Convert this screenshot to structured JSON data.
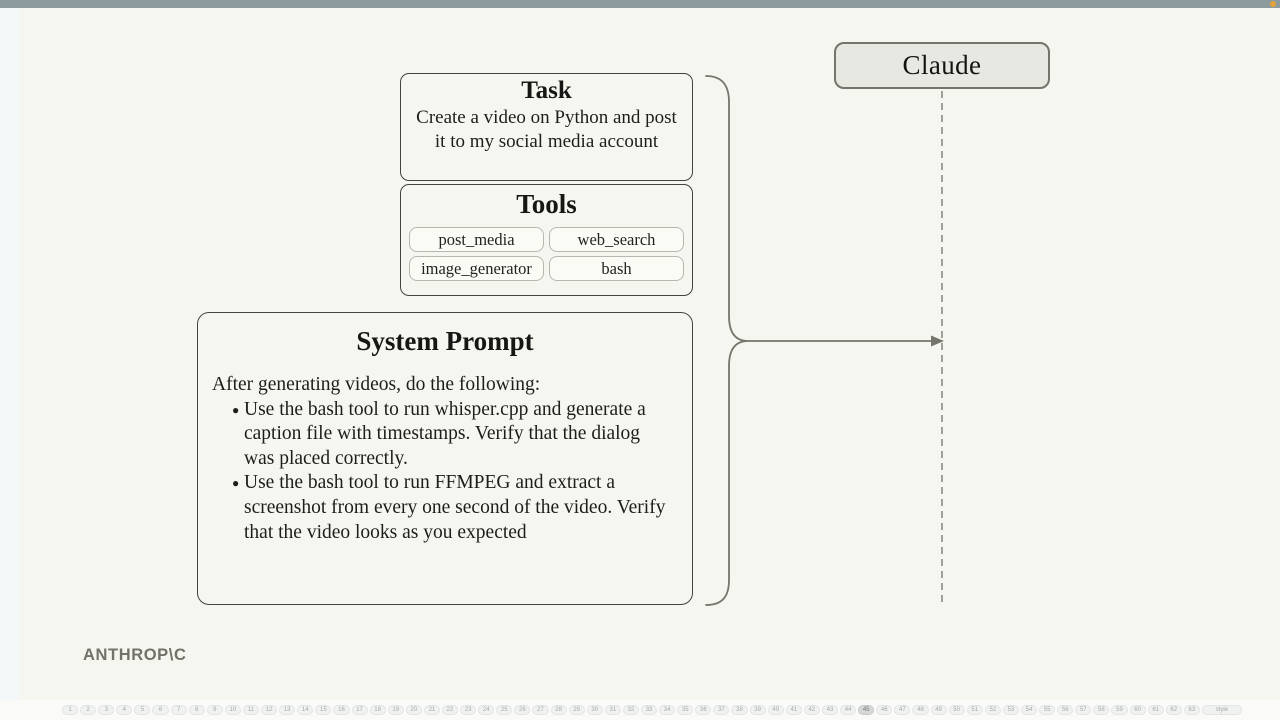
{
  "window": {
    "top_bar_color": "#8d9a9e",
    "record_dot_color": "#e2a33b"
  },
  "slide": {
    "background": "#f6f6f0",
    "task_box": {
      "title": "Task",
      "body": "Create a video on Python and post it to my social media account"
    },
    "tools_box": {
      "title": "Tools",
      "tools": [
        "post_media",
        "web_search",
        "image_generator",
        "bash"
      ]
    },
    "system_prompt_box": {
      "title": "System Prompt",
      "intro": "After generating videos, do the following:",
      "bullet_char": "●",
      "bullets": [
        "Use the bash tool to run whisper.cpp and generate a caption file with timestamps. Verify that the dialog was placed correctly.",
        "Use the bash tool to run FFMPEG and extract a screenshot from every one second of the video. Verify that the video looks as you expected"
      ]
    },
    "claude_box": {
      "label": "Claude"
    },
    "logo": {
      "text": "ANTHROP\\C"
    }
  },
  "diagram": {
    "line_color": "#75756e",
    "dash_color": "#8b8b85"
  },
  "filmstrip": {
    "first_page": 1,
    "last_page": 63,
    "active_page": 45,
    "style_label": "style"
  }
}
